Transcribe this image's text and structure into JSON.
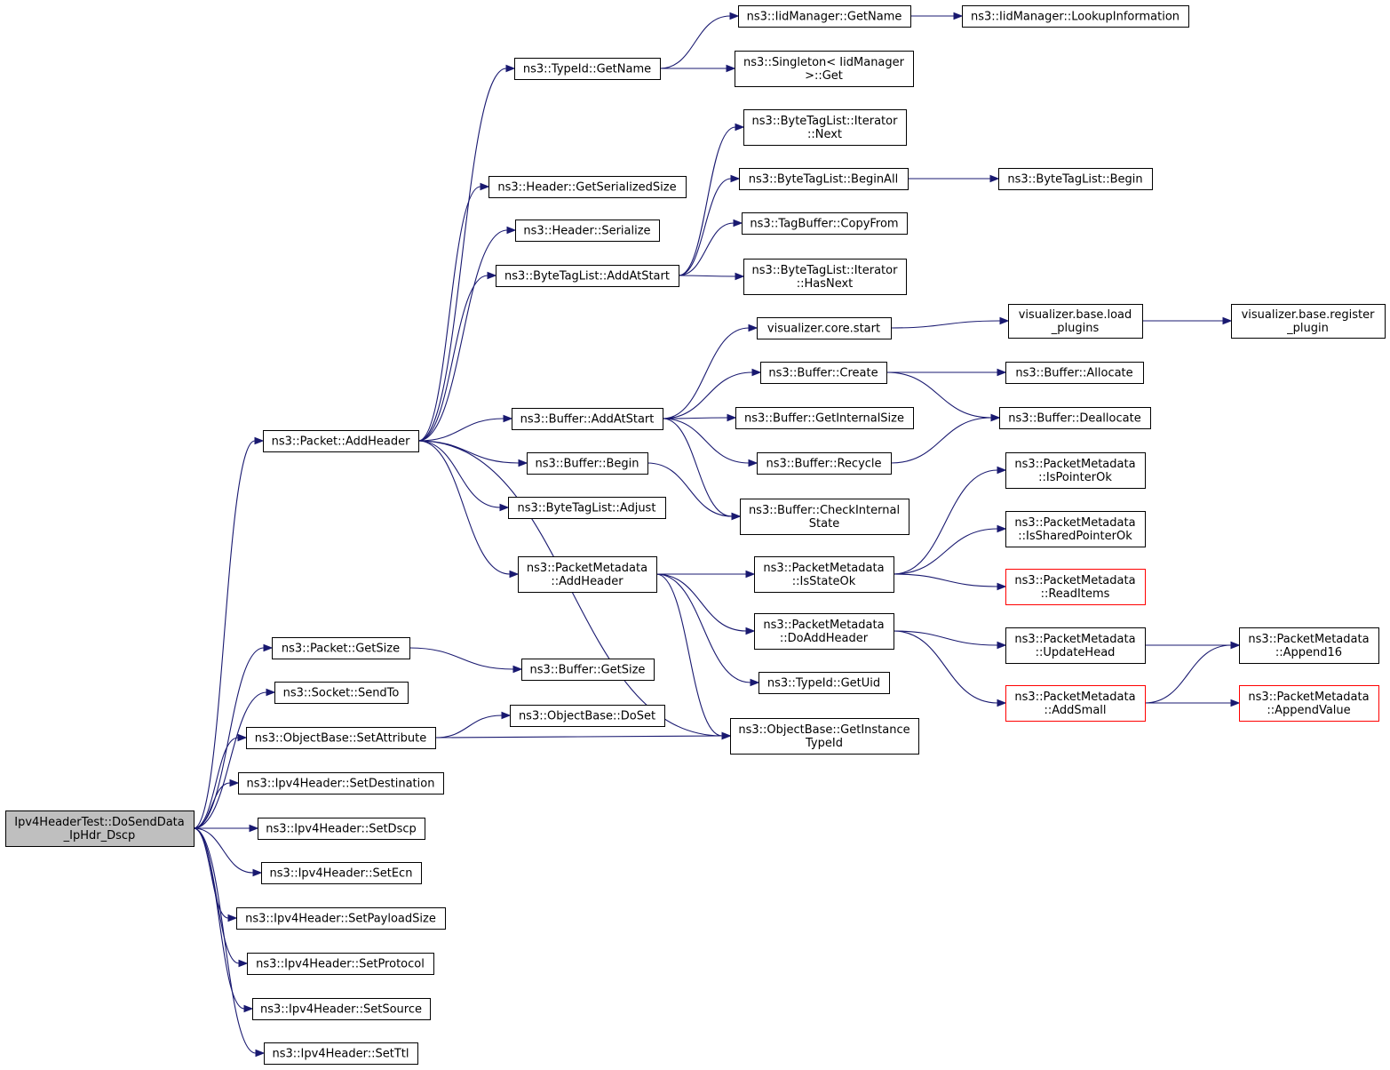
{
  "nodes": [
    {
      "id": "root",
      "lines": [
        "Ipv4HeaderTest::DoSendData",
        "_IpHdr_Dscp"
      ],
      "style": "root"
    },
    {
      "id": "pkt_addheader",
      "lines": [
        "ns3::Packet::AddHeader"
      ]
    },
    {
      "id": "pkt_getsize",
      "lines": [
        "ns3::Packet::GetSize"
      ]
    },
    {
      "id": "sock_sendto",
      "lines": [
        "ns3::Socket::SendTo"
      ]
    },
    {
      "id": "ob_setattr",
      "lines": [
        "ns3::ObjectBase::SetAttribute"
      ]
    },
    {
      "id": "ipv4_setdest",
      "lines": [
        "ns3::Ipv4Header::SetDestination"
      ]
    },
    {
      "id": "ipv4_setdscp",
      "lines": [
        "ns3::Ipv4Header::SetDscp"
      ]
    },
    {
      "id": "ipv4_setecn",
      "lines": [
        "ns3::Ipv4Header::SetEcn"
      ]
    },
    {
      "id": "ipv4_setpayload",
      "lines": [
        "ns3::Ipv4Header::SetPayloadSize"
      ]
    },
    {
      "id": "ipv4_setproto",
      "lines": [
        "ns3::Ipv4Header::SetProtocol"
      ]
    },
    {
      "id": "ipv4_setsrc",
      "lines": [
        "ns3::Ipv4Header::SetSource"
      ]
    },
    {
      "id": "ipv4_setttl",
      "lines": [
        "ns3::Ipv4Header::SetTtl"
      ]
    },
    {
      "id": "typeid_getname",
      "lines": [
        "ns3::TypeId::GetName"
      ]
    },
    {
      "id": "hdr_getser",
      "lines": [
        "ns3::Header::GetSerializedSize"
      ]
    },
    {
      "id": "hdr_serialize",
      "lines": [
        "ns3::Header::Serialize"
      ]
    },
    {
      "id": "btl_addatstart",
      "lines": [
        "ns3::ByteTagList::AddAtStart"
      ]
    },
    {
      "id": "buf_addatstart",
      "lines": [
        "ns3::Buffer::AddAtStart"
      ]
    },
    {
      "id": "buf_begin",
      "lines": [
        "ns3::Buffer::Begin"
      ]
    },
    {
      "id": "btl_adjust",
      "lines": [
        "ns3::ByteTagList::Adjust"
      ]
    },
    {
      "id": "pm_addheader",
      "lines": [
        "ns3::PacketMetadata",
        "::AddHeader"
      ]
    },
    {
      "id": "buf_getsize",
      "lines": [
        "ns3::Buffer::GetSize"
      ]
    },
    {
      "id": "ob_doset",
      "lines": [
        "ns3::ObjectBase::DoSet"
      ]
    },
    {
      "id": "ob_getinst",
      "lines": [
        "ns3::ObjectBase::GetInstance",
        "TypeId"
      ]
    },
    {
      "id": "iid_getname",
      "lines": [
        "ns3::IidManager::GetName"
      ]
    },
    {
      "id": "singleton_get",
      "lines": [
        "ns3::Singleton< IidManager",
        ">::Get"
      ]
    },
    {
      "id": "iid_lookup",
      "lines": [
        "ns3::IidManager::LookupInformation"
      ]
    },
    {
      "id": "btl_iter_next",
      "lines": [
        "ns3::ByteTagList::Iterator",
        "::Next"
      ]
    },
    {
      "id": "btl_beginall",
      "lines": [
        "ns3::ByteTagList::BeginAll"
      ]
    },
    {
      "id": "btl_begin",
      "lines": [
        "ns3::ByteTagList::Begin"
      ]
    },
    {
      "id": "tagbuf_copyfrom",
      "lines": [
        "ns3::TagBuffer::CopyFrom"
      ]
    },
    {
      "id": "btl_iter_hasnext",
      "lines": [
        "ns3::ByteTagList::Iterator",
        "::HasNext"
      ]
    },
    {
      "id": "vis_core_start",
      "lines": [
        "visualizer.core.start"
      ]
    },
    {
      "id": "vis_load_plugins",
      "lines": [
        "visualizer.base.load",
        "_plugins"
      ]
    },
    {
      "id": "vis_register_plugin",
      "lines": [
        "visualizer.base.register",
        "_plugin"
      ]
    },
    {
      "id": "buf_create",
      "lines": [
        "ns3::Buffer::Create"
      ]
    },
    {
      "id": "buf_allocate",
      "lines": [
        "ns3::Buffer::Allocate"
      ]
    },
    {
      "id": "buf_getinternal",
      "lines": [
        "ns3::Buffer::GetInternalSize"
      ]
    },
    {
      "id": "buf_deallocate",
      "lines": [
        "ns3::Buffer::Deallocate"
      ]
    },
    {
      "id": "buf_recycle",
      "lines": [
        "ns3::Buffer::Recycle"
      ]
    },
    {
      "id": "buf_checkinternal",
      "lines": [
        "ns3::Buffer::CheckInternal",
        "State"
      ]
    },
    {
      "id": "pm_isstateok",
      "lines": [
        "ns3::PacketMetadata",
        "::IsStateOk"
      ]
    },
    {
      "id": "pm_ispointerok",
      "lines": [
        "ns3::PacketMetadata",
        "::IsPointerOk"
      ]
    },
    {
      "id": "pm_issharedok",
      "lines": [
        "ns3::PacketMetadata",
        "::IsSharedPointerOk"
      ]
    },
    {
      "id": "pm_readitems",
      "lines": [
        "ns3::PacketMetadata",
        "::ReadItems"
      ],
      "style": "truncated"
    },
    {
      "id": "pm_doaddheader",
      "lines": [
        "ns3::PacketMetadata",
        "::DoAddHeader"
      ]
    },
    {
      "id": "pm_updatehead",
      "lines": [
        "ns3::PacketMetadata",
        "::UpdateHead"
      ]
    },
    {
      "id": "pm_addsmall",
      "lines": [
        "ns3::PacketMetadata",
        "::AddSmall"
      ],
      "style": "truncated"
    },
    {
      "id": "typeid_getuid",
      "lines": [
        "ns3::TypeId::GetUid"
      ]
    },
    {
      "id": "pm_append16",
      "lines": [
        "ns3::PacketMetadata",
        "::Append16"
      ]
    },
    {
      "id": "pm_appendvalue",
      "lines": [
        "ns3::PacketMetadata",
        "::AppendValue"
      ],
      "style": "truncated"
    }
  ],
  "edges": [
    [
      "root",
      "pkt_addheader"
    ],
    [
      "root",
      "pkt_getsize"
    ],
    [
      "root",
      "sock_sendto"
    ],
    [
      "root",
      "ob_setattr"
    ],
    [
      "root",
      "ipv4_setdest"
    ],
    [
      "root",
      "ipv4_setdscp"
    ],
    [
      "root",
      "ipv4_setecn"
    ],
    [
      "root",
      "ipv4_setpayload"
    ],
    [
      "root",
      "ipv4_setproto"
    ],
    [
      "root",
      "ipv4_setsrc"
    ],
    [
      "root",
      "ipv4_setttl"
    ],
    [
      "pkt_addheader",
      "typeid_getname"
    ],
    [
      "pkt_addheader",
      "hdr_getser"
    ],
    [
      "pkt_addheader",
      "hdr_serialize"
    ],
    [
      "pkt_addheader",
      "btl_addatstart"
    ],
    [
      "pkt_addheader",
      "buf_addatstart"
    ],
    [
      "pkt_addheader",
      "buf_begin"
    ],
    [
      "pkt_addheader",
      "btl_adjust"
    ],
    [
      "pkt_addheader",
      "pm_addheader"
    ],
    [
      "pkt_addheader",
      "ob_getinst"
    ],
    [
      "pkt_getsize",
      "buf_getsize"
    ],
    [
      "ob_setattr",
      "ob_doset"
    ],
    [
      "ob_setattr",
      "ob_getinst"
    ],
    [
      "typeid_getname",
      "iid_getname"
    ],
    [
      "typeid_getname",
      "singleton_get"
    ],
    [
      "iid_getname",
      "iid_lookup"
    ],
    [
      "btl_addatstart",
      "btl_iter_next"
    ],
    [
      "btl_addatstart",
      "btl_beginall"
    ],
    [
      "btl_addatstart",
      "tagbuf_copyfrom"
    ],
    [
      "btl_addatstart",
      "btl_iter_hasnext"
    ],
    [
      "btl_beginall",
      "btl_begin"
    ],
    [
      "vis_core_start",
      "vis_load_plugins"
    ],
    [
      "vis_load_plugins",
      "vis_register_plugin"
    ],
    [
      "buf_addatstart",
      "vis_core_start"
    ],
    [
      "buf_addatstart",
      "buf_create"
    ],
    [
      "buf_addatstart",
      "buf_getinternal"
    ],
    [
      "buf_addatstart",
      "buf_recycle"
    ],
    [
      "buf_addatstart",
      "buf_checkinternal"
    ],
    [
      "buf_create",
      "buf_allocate"
    ],
    [
      "buf_create",
      "buf_deallocate"
    ],
    [
      "buf_recycle",
      "buf_deallocate"
    ],
    [
      "buf_begin",
      "buf_checkinternal"
    ],
    [
      "pm_addheader",
      "pm_isstateok"
    ],
    [
      "pm_addheader",
      "pm_doaddheader"
    ],
    [
      "pm_addheader",
      "typeid_getuid"
    ],
    [
      "pm_addheader",
      "ob_getinst"
    ],
    [
      "pm_isstateok",
      "pm_ispointerok"
    ],
    [
      "pm_isstateok",
      "pm_issharedok"
    ],
    [
      "pm_isstateok",
      "pm_readitems"
    ],
    [
      "pm_doaddheader",
      "pm_updatehead"
    ],
    [
      "pm_doaddheader",
      "pm_addsmall"
    ],
    [
      "pm_updatehead",
      "pm_append16"
    ],
    [
      "pm_addsmall",
      "pm_append16"
    ],
    [
      "pm_addsmall",
      "pm_appendvalue"
    ]
  ],
  "colors": {
    "edge": "#191970",
    "root_fill": "#bfbfbf",
    "truncated_border": "#ff0000",
    "node_border": "#000000"
  }
}
